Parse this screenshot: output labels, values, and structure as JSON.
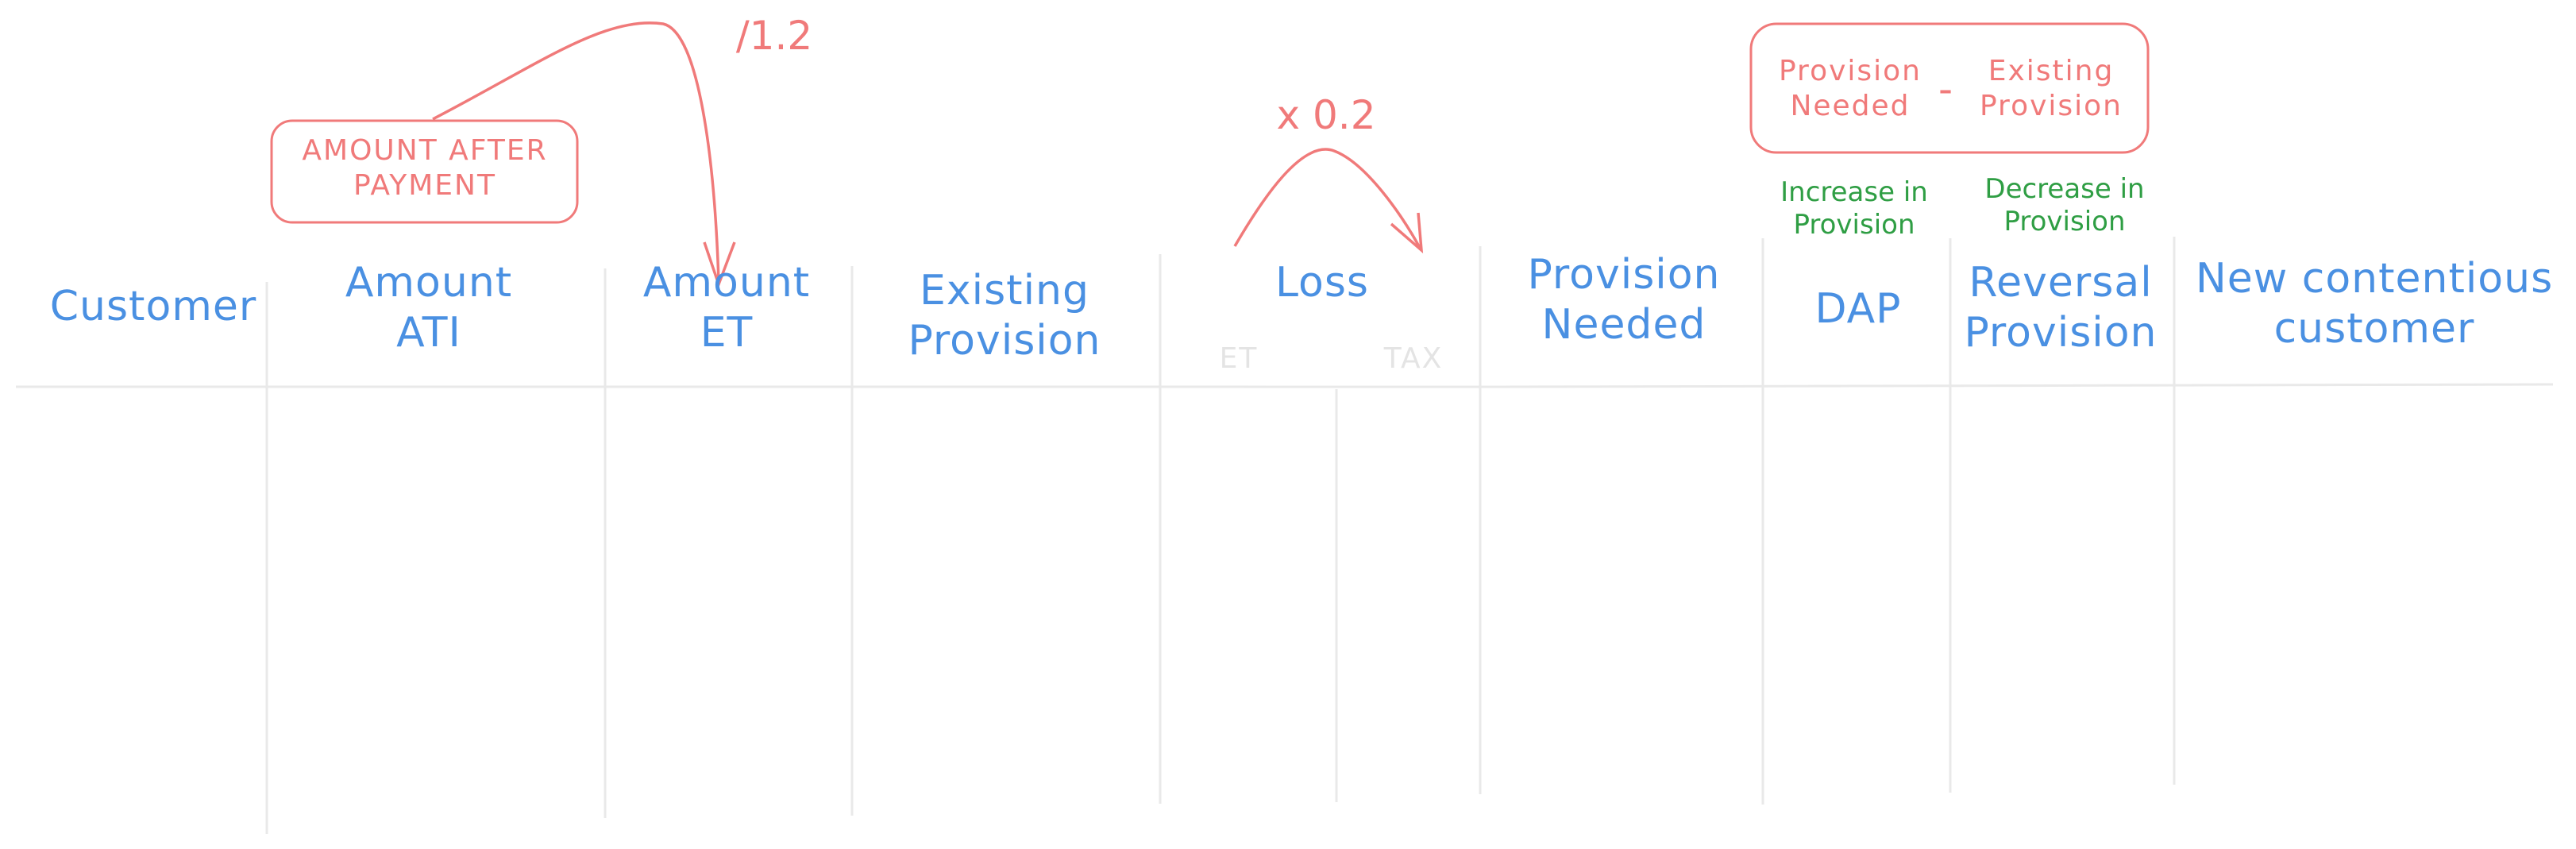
{
  "colors": {
    "header_text": "#4a90e2",
    "annotation_red": "#f07a7a",
    "annotation_green": "#2f9e44",
    "grid_line": "#e9e9e9",
    "faint_subheader": "#e4e4e4"
  },
  "columns": {
    "customer": "Customer",
    "amount_ati": "Amount\nATI",
    "amount_et": "Amount\nET",
    "existing_provision": "Existing\nProvision",
    "loss": "Loss",
    "loss_et": "ET",
    "loss_tax": "TAX",
    "provision_needed": "Provision\nNeeded",
    "dap": "DAP",
    "reversal_provision": "Reversal\nProvision",
    "new_contentious_customer": "New contentious\ncustomer"
  },
  "annotations": {
    "amount_after_payment": "AMOUNT AFTER\nPAYMENT",
    "divide": "/1.2",
    "multiply": "x 0.2",
    "formula": {
      "left": "Provision\nNeeded",
      "operator": "-",
      "right": "Existing\nProvision"
    },
    "increase": "Increase in\nProvision",
    "decrease": "Decrease in\nProvision"
  }
}
